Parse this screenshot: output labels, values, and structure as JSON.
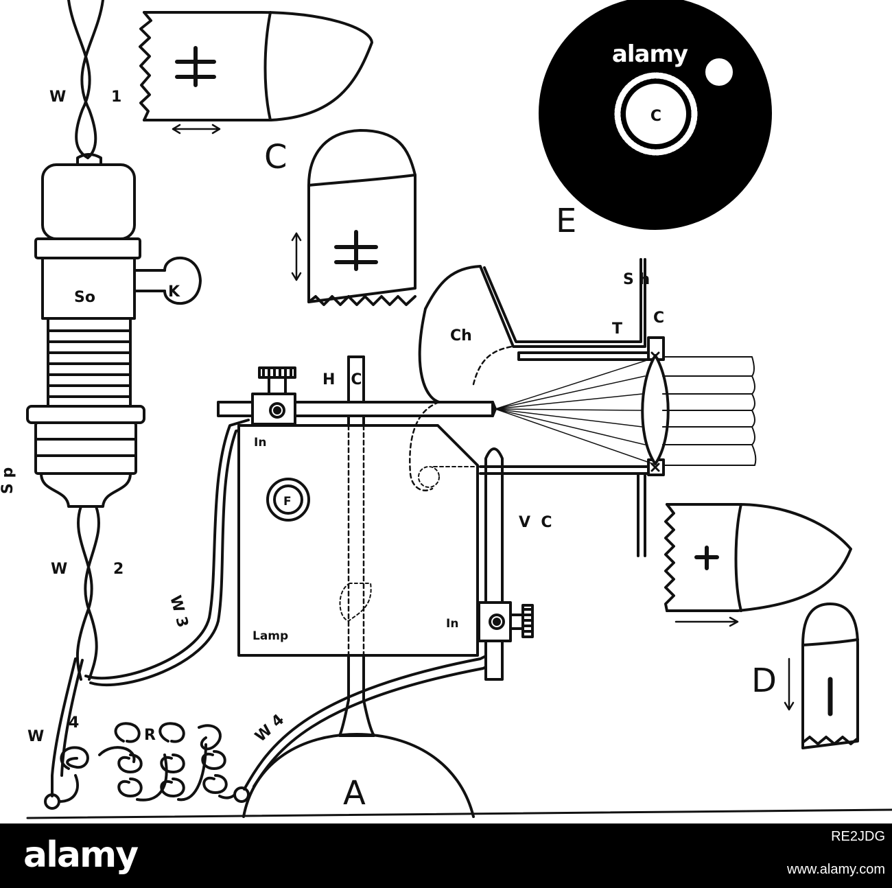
{
  "figure": {
    "labels": {
      "C": "C",
      "E": "E",
      "D": "D",
      "A": "A",
      "disc_center": "C",
      "So": "So",
      "K": "K",
      "Sp": "S p",
      "W1_w": "W",
      "W1_n": "1",
      "W2_w": "W",
      "W2_n": "2",
      "W3": "W 3",
      "W4_left_w": "W",
      "W4_left_n": "4",
      "W4_right": "W 4",
      "R": "R",
      "Ch": "Ch",
      "Sh": "S h",
      "T": "T",
      "C_top": "C",
      "HC": "H   C",
      "In_top": "In",
      "In_bottom": "In",
      "F": "F",
      "Lamp": "Lamp",
      "VC": "V  C"
    }
  },
  "watermark": {
    "top_text": "alamy"
  },
  "footer": {
    "logo_text": "alamy",
    "image_id": "RE2JDG",
    "url": "www.alamy.com"
  }
}
